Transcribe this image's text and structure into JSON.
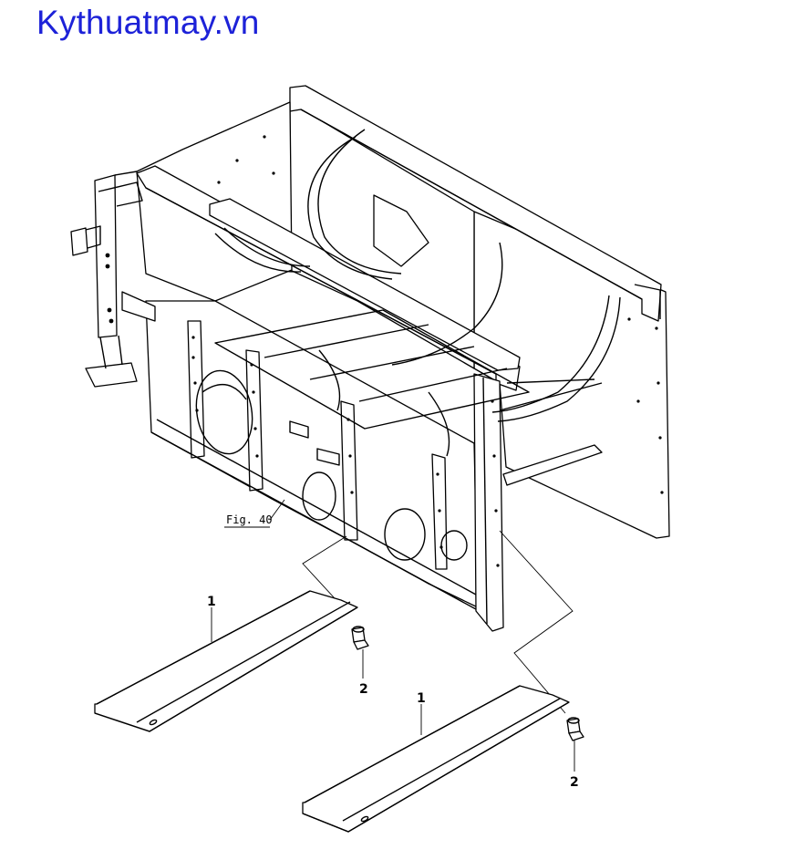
{
  "brand": {
    "text": "Kythuatmay.vn",
    "color": "#1d22d8"
  },
  "figure_ref": "Fig. 40",
  "callouts": [
    {
      "id": "cover-left",
      "label": "1"
    },
    {
      "id": "bolt-left",
      "label": "2"
    },
    {
      "id": "cover-right",
      "label": "1"
    },
    {
      "id": "bolt-right",
      "label": "2"
    }
  ]
}
